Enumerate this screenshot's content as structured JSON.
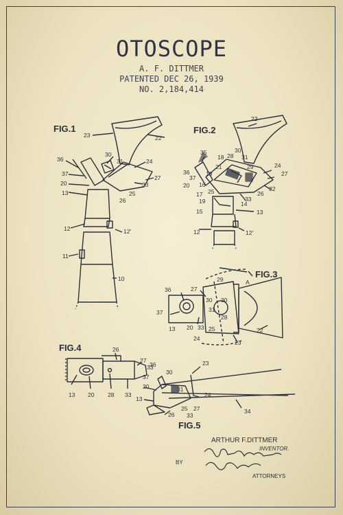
{
  "header": {
    "title": "OTOSCOPE",
    "inventor_line": "A. F. DITTMER",
    "patent_date": "PATENTED DEC 26, 1939",
    "patent_number": "NO. 2,184,414"
  },
  "figures": {
    "fig1": "FIG.1",
    "fig2": "FIG.2",
    "fig3": "FIG.3",
    "fig4": "FIG.4",
    "fig5": "FIG.5"
  },
  "signature": {
    "inventor_name": "ARTHUR F.DITTMER",
    "inventor_role": "INVENTOR.",
    "by": "BY",
    "attorneys": "ATTORNEYS",
    "signature_script": "Bradley Ballestad"
  },
  "colors": {
    "paper": "#efe6c8",
    "ink": "#2a3040"
  }
}
